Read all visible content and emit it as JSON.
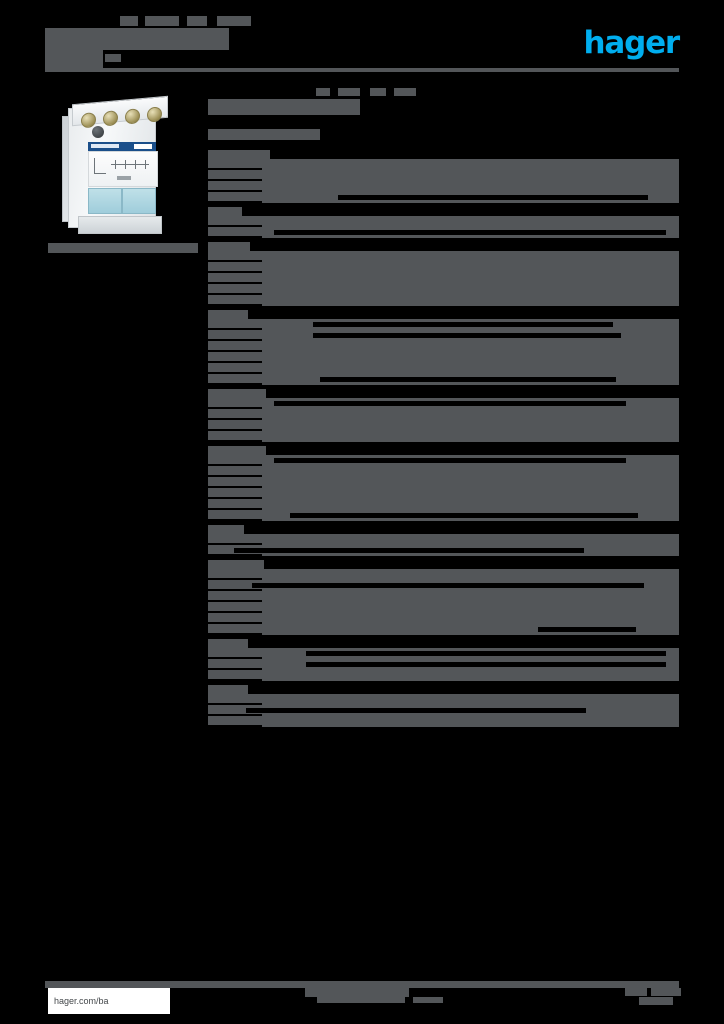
{
  "document": {
    "kind": "product-datasheet",
    "language_note": "redacted",
    "page_background": "#000000",
    "redaction_color": "#535659",
    "brand_color": "#00AEEF"
  },
  "header": {
    "title_redacted": "",
    "subtitle_redacted": "",
    "logo_text": "hager",
    "logo_name": "hager-logo",
    "rule": true
  },
  "product": {
    "image_alt": "modular din-rail contactor",
    "caption_redacted": "",
    "terminal_count": 4,
    "rocker_count": 2,
    "band_color": "#1b4f8a",
    "rocker_color": "#9fcddb"
  },
  "title_block": {
    "eyebrow_redacted": "",
    "heading_redacted": "",
    "reference_redacted": ""
  },
  "spec_sheet": {
    "sections": [
      {
        "name": "section-1",
        "head_width": 62,
        "rows": [
          {
            "label_w": 46,
            "value_w": 0,
            "h": 11,
            "indent": 0
          },
          {
            "label_w": 46,
            "value_w": 0,
            "h": 11,
            "indent": 0
          },
          {
            "label_w": 46,
            "value_w": 0,
            "h": 11,
            "indent": 0
          },
          {
            "label_w": 46,
            "value_w": 310,
            "h": 11,
            "indent": 130
          }
        ]
      },
      {
        "name": "section-2",
        "head_width": 34,
        "rows": [
          {
            "label_w": 46,
            "value_w": 0,
            "h": 11,
            "indent": 0
          },
          {
            "label_w": 46,
            "value_w": 392,
            "h": 11,
            "indent": 66
          }
        ]
      },
      {
        "name": "section-3",
        "head_width": 42,
        "rows": [
          {
            "label_w": 46,
            "value_w": 0,
            "h": 11,
            "indent": 0
          },
          {
            "label_w": 46,
            "value_w": 0,
            "h": 11,
            "indent": 0
          },
          {
            "label_w": 46,
            "value_w": 0,
            "h": 11,
            "indent": 0
          },
          {
            "label_w": 46,
            "value_w": 0,
            "h": 11,
            "indent": 0
          },
          {
            "label_w": 46,
            "value_w": 0,
            "h": 11,
            "indent": 0
          }
        ]
      },
      {
        "name": "section-4",
        "head_width": 40,
        "rows": [
          {
            "label_w": 46,
            "value_w": 300,
            "h": 11,
            "indent": 105
          },
          {
            "label_w": 46,
            "value_w": 308,
            "h": 11,
            "indent": 105
          },
          {
            "label_w": 46,
            "value_w": 0,
            "h": 11,
            "indent": 0
          },
          {
            "label_w": 46,
            "value_w": 0,
            "h": 11,
            "indent": 0
          },
          {
            "label_w": 46,
            "value_w": 0,
            "h": 11,
            "indent": 0
          },
          {
            "label_w": 46,
            "value_w": 296,
            "h": 11,
            "indent": 112
          }
        ]
      },
      {
        "name": "section-5",
        "head_width": 58,
        "rows": [
          {
            "label_w": 46,
            "value_w": 352,
            "h": 11,
            "indent": 66
          },
          {
            "label_w": 46,
            "value_w": 0,
            "h": 11,
            "indent": 0
          },
          {
            "label_w": 46,
            "value_w": 0,
            "h": 11,
            "indent": 0
          },
          {
            "label_w": 46,
            "value_w": 0,
            "h": 11,
            "indent": 0
          }
        ]
      },
      {
        "name": "section-6",
        "head_width": 58,
        "rows": [
          {
            "label_w": 46,
            "value_w": 352,
            "h": 11,
            "indent": 66
          },
          {
            "label_w": 46,
            "value_w": 0,
            "h": 11,
            "indent": 0
          },
          {
            "label_w": 46,
            "value_w": 0,
            "h": 11,
            "indent": 0
          },
          {
            "label_w": 46,
            "value_w": 0,
            "h": 11,
            "indent": 0
          },
          {
            "label_w": 46,
            "value_w": 0,
            "h": 11,
            "indent": 0
          },
          {
            "label_w": 46,
            "value_w": 348,
            "h": 11,
            "indent": 82
          }
        ]
      },
      {
        "name": "section-7",
        "head_width": 36,
        "rows": [
          {
            "label_w": 46,
            "value_w": 0,
            "h": 11,
            "indent": 0
          },
          {
            "label_w": 46,
            "value_w": 350,
            "h": 11,
            "indent": 26
          }
        ]
      },
      {
        "name": "section-8",
        "head_width": 56,
        "rows": [
          {
            "label_w": 46,
            "value_w": 0,
            "h": 11,
            "indent": 0
          },
          {
            "label_w": 46,
            "value_w": 392,
            "h": 11,
            "indent": 44
          },
          {
            "label_w": 46,
            "value_w": 0,
            "h": 11,
            "indent": 0
          },
          {
            "label_w": 46,
            "value_w": 0,
            "h": 11,
            "indent": 0
          },
          {
            "label_w": 46,
            "value_w": 0,
            "h": 11,
            "indent": 0
          },
          {
            "label_w": 46,
            "value_w": 98,
            "h": 11,
            "indent": 330
          }
        ]
      },
      {
        "name": "section-9",
        "head_width": 40,
        "rows": [
          {
            "label_w": 46,
            "value_w": 360,
            "h": 11,
            "indent": 98
          },
          {
            "label_w": 46,
            "value_w": 360,
            "h": 11,
            "indent": 98
          },
          {
            "label_w": 46,
            "value_w": 0,
            "h": 11,
            "indent": 0
          }
        ]
      },
      {
        "name": "section-10",
        "head_width": 40,
        "rows": [
          {
            "label_w": 46,
            "value_w": 0,
            "h": 11,
            "indent": 0
          },
          {
            "label_w": 46,
            "value_w": 340,
            "h": 11,
            "indent": 38
          },
          {
            "label_w": 46,
            "value_w": 0,
            "h": 11,
            "indent": 0
          }
        ]
      }
    ]
  },
  "footer": {
    "rule": true,
    "url": "hager.com/ba",
    "center_redacted": "",
    "page_number_redacted": ""
  }
}
